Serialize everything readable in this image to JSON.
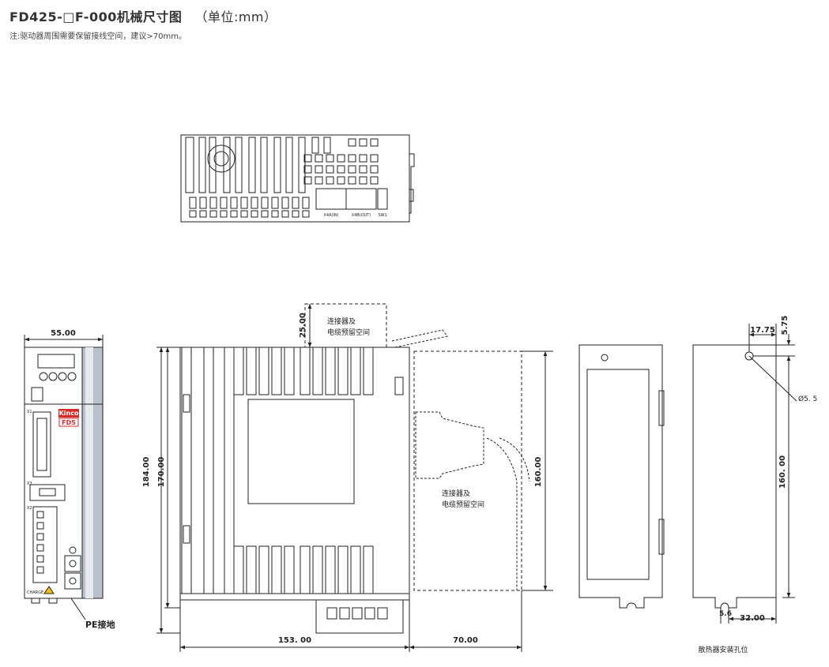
{
  "header": {
    "title": "FD425-□F-000机械尺寸图",
    "unit": "（单位:mm）",
    "note": "注:驱动器周围需要保留接线空间，建议>70mm。"
  },
  "top_view": {
    "labels": {
      "x4a": "X4A(IN)",
      "x4b": "X4B(OUT)",
      "sw1": "SW1"
    }
  },
  "front_view": {
    "width_dim": "55.00",
    "brand": "Kinco",
    "model": "FD5",
    "charge": "CHARGE",
    "ports": [
      "X1",
      "X3",
      "X2"
    ],
    "pe_label": "PE接地"
  },
  "side_view": {
    "dim_top": "25.00",
    "dim_height_total": "184.00",
    "dim_height_body": "170.00",
    "dim_depth": "153. 00",
    "dim_clearance": "70.00",
    "dim_clearance_height": "160.00",
    "connector_note_1_line1": "连接器及",
    "connector_note_1_line2": "电缆预留空间",
    "connector_note_2_line1": "连接器及",
    "connector_note_2_line2": "电缆预留空间"
  },
  "mount_view": {
    "dim_17_75": "17.75",
    "dim_5_75": "5.75",
    "hole_dia": "Ø5. 5",
    "dim_160": "160. 00",
    "dim_5_6": "5.6",
    "dim_32": "32.00",
    "caption": "散热器安装孔位"
  }
}
